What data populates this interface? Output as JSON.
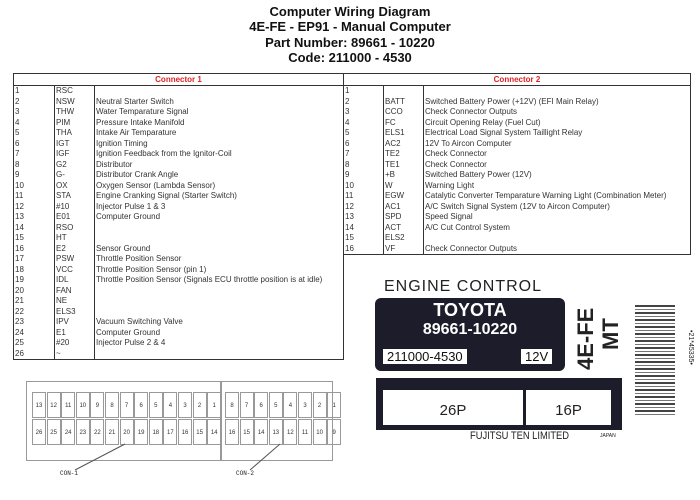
{
  "title": {
    "line1": "Computer Wiring Diagram",
    "line2": "4E-FE - EP91 - Manual Computer",
    "line3": "Part Number: 89661 - 10220",
    "line4": "Code: 211000 - 4530"
  },
  "connector1": {
    "header": "Connector 1",
    "rows": [
      [
        "1",
        "RSC",
        ""
      ],
      [
        "2",
        "NSW",
        "Neutral Starter Switch"
      ],
      [
        "3",
        "THW",
        "Water Temparature Signal"
      ],
      [
        "4",
        "PIM",
        "Pressure Intake Manifold"
      ],
      [
        "5",
        "THA",
        "Intake Air Temparature"
      ],
      [
        "6",
        "IGT",
        "Ignition Timing"
      ],
      [
        "7",
        "IGF",
        "Ignition Feedback from the Ignitor-Coil"
      ],
      [
        "8",
        "G2",
        "Distributor"
      ],
      [
        "9",
        "G-",
        "Distributor Crank Angle"
      ],
      [
        "10",
        "OX",
        "Oxygen Sensor (Lambda Sensor)"
      ],
      [
        "11",
        "STA",
        "Engine Cranking Signal (Starter Switch)"
      ],
      [
        "12",
        "#10",
        "Injector Pulse 1 & 3"
      ],
      [
        "13",
        "E01",
        "Computer Ground"
      ],
      [
        "14",
        "RSO",
        ""
      ],
      [
        "15",
        "HT",
        ""
      ],
      [
        "16",
        "E2",
        "Sensor Ground"
      ],
      [
        "17",
        "PSW",
        "Throttle Position Sensor"
      ],
      [
        "18",
        "VCC",
        "Throttle Position Sensor (pin 1)"
      ],
      [
        "19",
        "IDL",
        "Throttle Position Sensor (Signals ECU throttle position is at idle)"
      ],
      [
        "20",
        "FAN",
        ""
      ],
      [
        "21",
        "NE",
        ""
      ],
      [
        "22",
        "ELS3",
        ""
      ],
      [
        "23",
        "IPV",
        "Vacuum Switching Valve"
      ],
      [
        "24",
        "E1",
        "Computer Ground"
      ],
      [
        "25",
        "#20",
        "Injector Pulse 2 & 4"
      ],
      [
        "26",
        "~",
        ""
      ]
    ]
  },
  "connector2": {
    "header": "Connector 2",
    "rows": [
      [
        "1",
        "",
        ""
      ],
      [
        "2",
        "BATT",
        "Switched Battery Power (+12V) (EFI Main Relay)"
      ],
      [
        "3",
        "CCO",
        "Check Connector Outputs"
      ],
      [
        "4",
        "FC",
        "Circuit Opening Relay (Fuel Cut)"
      ],
      [
        "5",
        "ELS1",
        "Electrical Load Signal System Taillight Relay"
      ],
      [
        "6",
        "AC2",
        "12V To Aircon Computer"
      ],
      [
        "7",
        "TE2",
        "Check Connector"
      ],
      [
        "8",
        "TE1",
        "Check Connector"
      ],
      [
        "9",
        "+B",
        "Switched Battery Power (12V)"
      ],
      [
        "10",
        "W",
        "Warning Light"
      ],
      [
        "11",
        "EGW",
        "Catalytic Converter Temparature Warning Light (Combination Meter)"
      ],
      [
        "12",
        "AC1",
        "A/C Switch Signal System (12V to Aircon Computer)"
      ],
      [
        "13",
        "SPD",
        "Speed Signal"
      ],
      [
        "14",
        "ACT",
        "A/C Cut Control System"
      ],
      [
        "15",
        "ELS2",
        ""
      ],
      [
        "16",
        "VF",
        "Check Connector Outputs"
      ]
    ]
  },
  "diagram": {
    "con1_label": "CON-1",
    "con2_label": "CON-2",
    "con1_top": [
      "13",
      "12",
      "11",
      "10",
      "9",
      "8",
      "7",
      "6",
      "5",
      "4",
      "3",
      "2",
      "1"
    ],
    "con1_bottom": [
      "26",
      "25",
      "24",
      "23",
      "22",
      "21",
      "20",
      "19",
      "18",
      "17",
      "16",
      "15",
      "14"
    ],
    "con2_top": [
      "8",
      "7",
      "6",
      "5",
      "4",
      "3",
      "2",
      "1"
    ],
    "con2_bottom": [
      "16",
      "15",
      "14",
      "13",
      "12",
      "11",
      "10",
      "9"
    ]
  },
  "ecu_label": {
    "heading": "ENGINE CONTROL",
    "brand": "TOYOTA",
    "part": "89661-10220",
    "code": "211000-4530",
    "voltage": "12V",
    "engine": "4E-FE",
    "trans": "MT",
    "port1": "26P",
    "port2": "16P",
    "maker": "FUJITSU TEN LIMITED",
    "country": "JAPAN",
    "serial": "•21*45335•"
  }
}
